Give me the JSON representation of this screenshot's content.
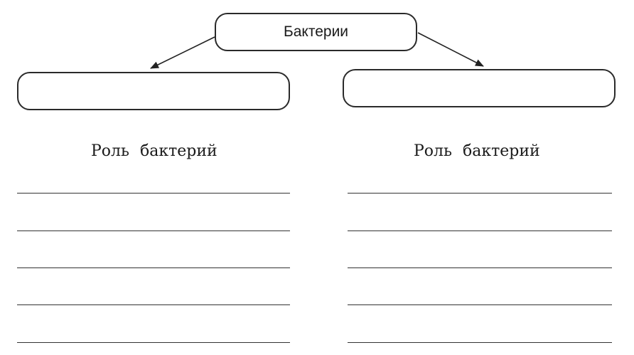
{
  "diagram": {
    "root_label": "Бактерии",
    "left_box_text": "",
    "right_box_text": "",
    "left_column_title": "Роль бактерий",
    "right_column_title": "Роль бактерий"
  }
}
